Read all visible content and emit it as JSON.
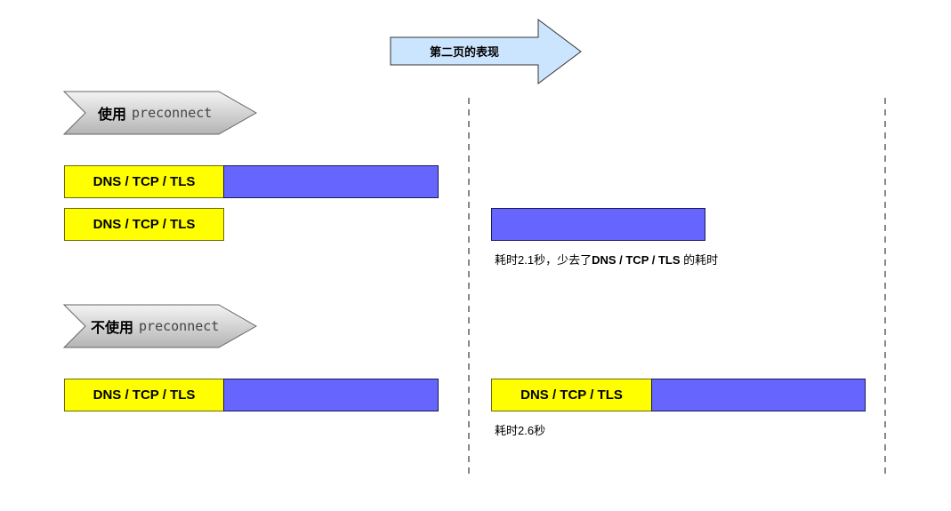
{
  "header": {
    "label": "第二页的表现"
  },
  "section_with": {
    "title_zh": "使用",
    "title_code": "preconnect",
    "row1_dns": "DNS / TCP / TLS",
    "row2_dns": "DNS / TCP / TLS",
    "result_prefix": "耗时2.1秒，少去了",
    "result_bold": "DNS / TCP / TLS",
    "result_suffix": " 的耗时"
  },
  "section_without": {
    "title_zh": "不使用",
    "title_code": "preconnect",
    "row1_dns": "DNS / TCP / TLS",
    "row2_dns": "DNS / TCP / TLS",
    "result_text": "耗时2.6秒"
  },
  "colors": {
    "dns_fill": "#ffff00",
    "load_fill": "#6666ff",
    "arrow_fill": "#cce5ff",
    "chevron_fill": "#c8c8c8",
    "divider": "#888888"
  },
  "icons": {
    "header": "right-arrow-shape",
    "section": "chevron-shape"
  }
}
